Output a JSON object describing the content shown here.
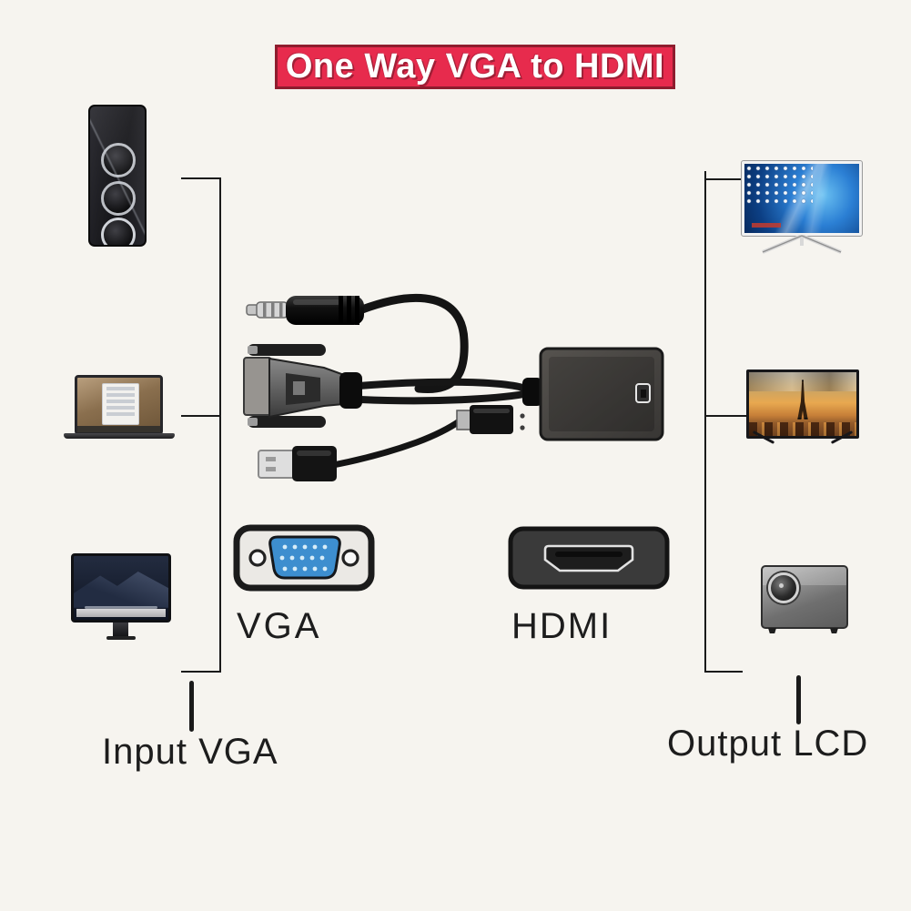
{
  "title": {
    "text": "One Way VGA to HDMI"
  },
  "connector_labels": {
    "vga": "VGA",
    "hdmi": "HDMI"
  },
  "side_labels": {
    "input": "Input VGA",
    "output": "Output LCD"
  },
  "colors": {
    "background": "#f6f4ef",
    "banner_fill": "#e72b4d",
    "banner_border": "#8e1d2e",
    "banner_text": "#ffffff",
    "connector_line": "#1a1a1a",
    "label_text": "#1d1d1d",
    "vga_plug_blue": "#3d8ecf"
  },
  "devices": {
    "inputs": [
      {
        "icon": "desktop-tower-icon"
      },
      {
        "icon": "laptop-icon"
      },
      {
        "icon": "imac-desktop-icon"
      }
    ],
    "outputs": [
      {
        "icon": "windows-monitor-icon"
      },
      {
        "icon": "tv-monitor-icon"
      },
      {
        "icon": "projector-icon"
      }
    ]
  },
  "adapter_parts": [
    "audio-jack-3-5mm-icon",
    "vga-male-connector-icon",
    "usb-power-cable-icon",
    "hdmi-adapter-box-icon",
    "vga-port-icon",
    "hdmi-port-icon"
  ]
}
